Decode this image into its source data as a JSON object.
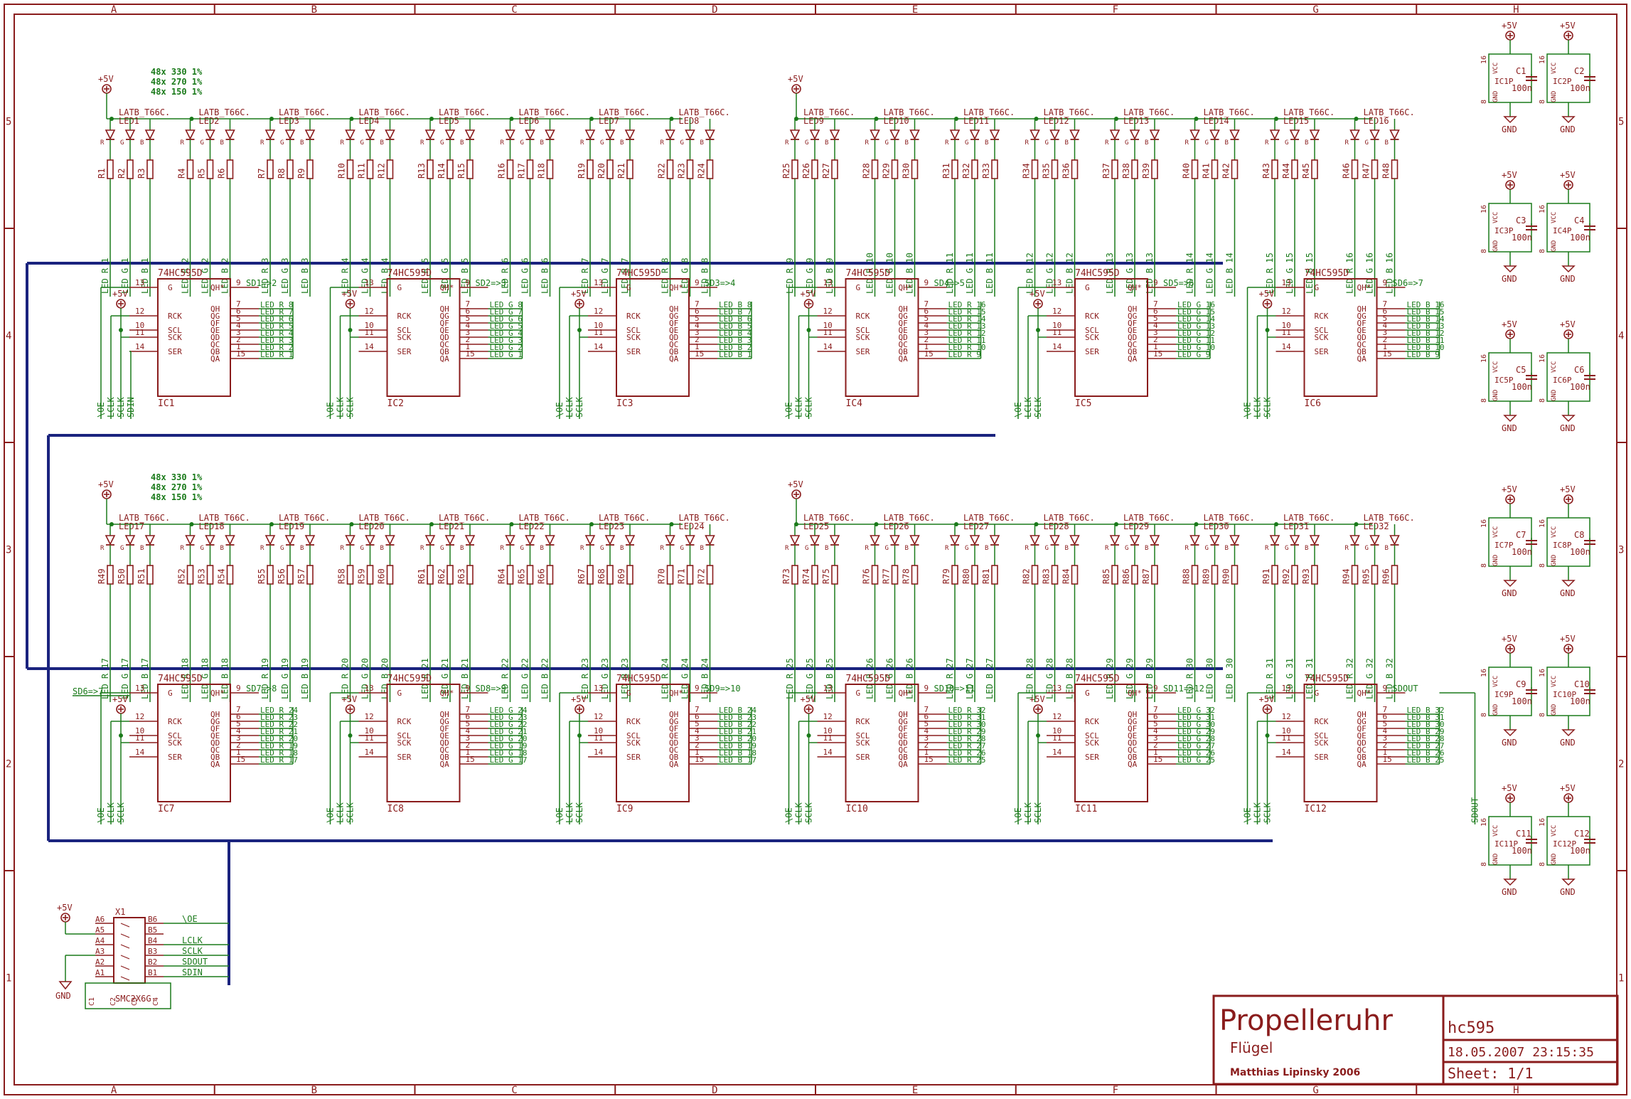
{
  "frame": {
    "columns": [
      "A",
      "B",
      "C",
      "D",
      "E",
      "F",
      "G",
      "H"
    ],
    "rows": [
      "5",
      "4",
      "3",
      "2",
      "1"
    ]
  },
  "title_block": {
    "project": "Propelleruhr",
    "subtitle": "Flügel",
    "author": "Matthias Lipinsky 2006",
    "sheet_name": "hc595",
    "datetime": "18.05.2007 23:15:35",
    "sheet": "Sheet: 1/1"
  },
  "notes": {
    "resistor_notes": [
      "48x 330 1%",
      "48x 270 1%",
      "48x 150 1%"
    ]
  },
  "common": {
    "vcc": "+5V",
    "gnd": "GND",
    "led_part": "LATB_T66C.",
    "ic_part": "74HC595D",
    "pins": {
      "left": [
        "13",
        "12",
        "10",
        "11",
        "14"
      ],
      "left_names": [
        "G",
        "RCK",
        "SCL",
        "SCK",
        "SER"
      ],
      "right": [
        "9",
        "7",
        "6",
        "5",
        "4",
        "3",
        "2",
        "1",
        "15"
      ],
      "right_names": [
        "QH*",
        "QH",
        "QG",
        "QF",
        "QE",
        "QD",
        "QC",
        "QB",
        "QA"
      ]
    },
    "control_labels": [
      "\\OE",
      "LCLK",
      "SCLK"
    ],
    "sdin": "SDIN",
    "sdout": "SDOUT"
  },
  "ic_rows": [
    {
      "ics": [
        {
          "name": "IC1",
          "serial": "SD1=>2",
          "ser_in": "SDIN",
          "nets": [
            "LED_R_8",
            "LED_R_7",
            "LED_R_6",
            "LED_R_5",
            "LED_R_4",
            "LED_R_3",
            "LED_R_2",
            "LED_R_1"
          ]
        },
        {
          "name": "IC2",
          "serial": "SD2=>3",
          "ser_in": "",
          "nets": [
            "LED_G_8",
            "LED_G_7",
            "LED_G_6",
            "LED_G_5",
            "LED_G_4",
            "LED_G_3",
            "LED_G_2",
            "LED_G_1"
          ]
        },
        {
          "name": "IC3",
          "serial": "SD3=>4",
          "ser_in": "",
          "nets": [
            "LED_B_8",
            "LED_B_7",
            "LED_B_6",
            "LED_B_5",
            "LED_B_4",
            "LED_B_3",
            "LED_B_2",
            "LED_B_1"
          ]
        },
        {
          "name": "IC4",
          "serial": "SD4=>5",
          "ser_in": "",
          "nets": [
            "LED_R_16",
            "LED_R_15",
            "LED_R_14",
            "LED_R_13",
            "LED_R_12",
            "LED_R_11",
            "LED_R_10",
            "LED_R_9"
          ]
        },
        {
          "name": "IC5",
          "serial": "SD5=>6",
          "ser_in": "",
          "nets": [
            "LED_G_16",
            "LED_G_15",
            "LED_G_14",
            "LED_G_13",
            "LED_G_12",
            "LED_G_11",
            "LED_G_10",
            "LED_G_9"
          ]
        },
        {
          "name": "IC6",
          "serial": "SD6=>7",
          "ser_in": "",
          "nets": [
            "LED_B_16",
            "LED_B_15",
            "LED_B_14",
            "LED_B_13",
            "LED_B_12",
            "LED_B_11",
            "LED_B_10",
            "LED_B_9"
          ]
        }
      ]
    },
    {
      "ics": [
        {
          "name": "IC7",
          "serial": "SD7=>8",
          "ser_in": "SD6=>7",
          "nets": [
            "LED_R_24",
            "LED_R_23",
            "LED_R_22",
            "LED_R_21",
            "LED_R_20",
            "LED_R_19",
            "LED_R_18",
            "LED_R_17"
          ]
        },
        {
          "name": "IC8",
          "serial": "SD8=>9",
          "ser_in": "",
          "nets": [
            "LED_G_24",
            "LED_G_23",
            "LED_G_22",
            "LED_G_21",
            "LED_G_20",
            "LED_G_19",
            "LED_G_18",
            "LED_G_17"
          ]
        },
        {
          "name": "IC9",
          "serial": "SD9=>10",
          "ser_in": "",
          "nets": [
            "LED_B_24",
            "LED_B_23",
            "LED_B_22",
            "LED_B_21",
            "LED_B_20",
            "LED_B_19",
            "LED_B_18",
            "LED_B_17"
          ]
        },
        {
          "name": "IC10",
          "serial": "SD10=>11",
          "ser_in": "",
          "nets": [
            "LED_R_32",
            "LED_R_31",
            "LED_R_30",
            "LED_R_29",
            "LED_R_28",
            "LED_R_27",
            "LED_R_26",
            "LED_R_25"
          ]
        },
        {
          "name": "IC11",
          "serial": "SD11=>12",
          "ser_in": "",
          "nets": [
            "LED_G_32",
            "LED_G_31",
            "LED_G_30",
            "LED_G_29",
            "LED_G_28",
            "LED_G_27",
            "LED_G_26",
            "LED_G_25"
          ]
        },
        {
          "name": "IC12",
          "serial": "SDOUT",
          "ser_in": "",
          "nets": [
            "LED_B_32",
            "LED_B_31",
            "LED_B_30",
            "LED_B_29",
            "LED_B_28",
            "LED_B_27",
            "LED_B_26",
            "LED_B_25"
          ]
        }
      ]
    }
  ],
  "connector": {
    "name": "X1",
    "part": "SMC2X6G.",
    "gnd": "GND",
    "vcc": "+5V",
    "a_pins": [
      "A6",
      "A5",
      "A4",
      "A3",
      "A2",
      "A1"
    ],
    "b_pins": [
      "B6",
      "B5",
      "B4",
      "B3",
      "B2",
      "B1"
    ],
    "c_pins": [
      "C1",
      "C2",
      "C3",
      "C4"
    ],
    "signals": [
      "\\OE",
      "",
      "LCLK",
      "SCLK",
      "SDOUT",
      "SDIN"
    ]
  },
  "caps": [
    {
      "name": "C1",
      "ic": "IC1P",
      "value": "100n"
    },
    {
      "name": "C2",
      "ic": "IC2P",
      "value": "100n"
    },
    {
      "name": "C3",
      "ic": "IC3P",
      "value": "100n"
    },
    {
      "name": "C4",
      "ic": "IC4P",
      "value": "100n"
    },
    {
      "name": "C5",
      "ic": "IC5P",
      "value": "100n"
    },
    {
      "name": "C6",
      "ic": "IC6P",
      "value": "100n"
    },
    {
      "name": "C7",
      "ic": "IC7P",
      "value": "100n"
    },
    {
      "name": "C8",
      "ic": "IC8P",
      "value": "100n"
    },
    {
      "name": "C9",
      "ic": "IC9P",
      "value": "100n"
    },
    {
      "name": "C10",
      "ic": "IC10P",
      "value": "100n"
    },
    {
      "name": "C11",
      "ic": "IC11P",
      "value": "100n"
    },
    {
      "name": "C12",
      "ic": "IC12P",
      "value": "100n"
    }
  ],
  "cap_pins": {
    "top": "16",
    "bottom": "8",
    "vcc": "VCC",
    "gnd": "GND"
  },
  "colors": {
    "frame": "#8a1c1c",
    "net": "#1a7a1a",
    "bus": "#1a237e",
    "part": "#8a1c1c",
    "note": "#1a7a1a"
  }
}
